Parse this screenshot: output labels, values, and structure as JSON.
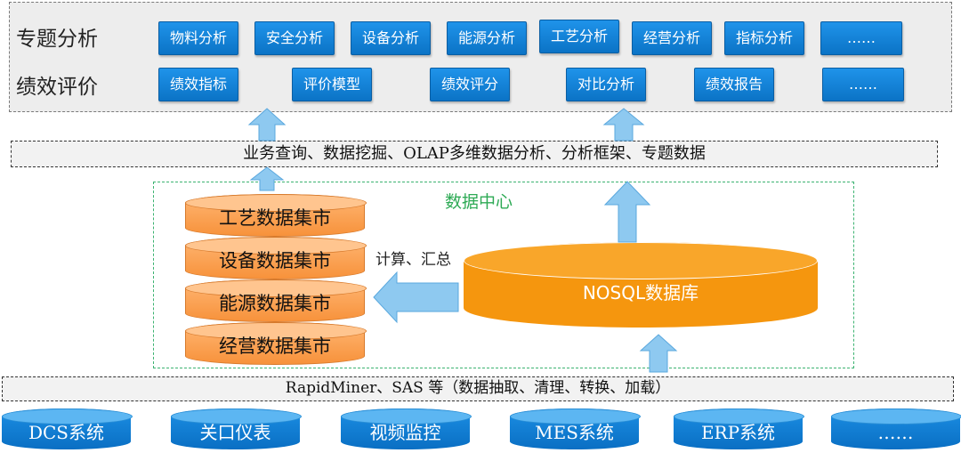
{
  "top": {
    "row1_label": "专题分析",
    "row2_label": "绩效评价",
    "row1_buttons": [
      "物料分析",
      "安全分析",
      "设备分析",
      "能源分析",
      "工艺分析",
      "经营分析",
      "指标分析",
      "……"
    ],
    "row2_buttons": [
      "绩效指标",
      "评价模型",
      "绩效评分",
      "对比分析",
      "绩效报告",
      "……"
    ]
  },
  "analysis_bar": "业务查询、数据挖掘、OLAP多维数据分析、分析框架、专题数据",
  "data_center": {
    "title": "数据中心",
    "calc_label": "计算、汇总",
    "marts": [
      "工艺数据集市",
      "设备数据集市",
      "能源数据集市",
      "经营数据集市"
    ],
    "nosql": "NOSQL数据库"
  },
  "etl_bar": "RapidMiner、SAS 等（数据抽取、清理、转换、加载）",
  "sources": [
    "DCS系统",
    "关口仪表",
    "视频监控",
    "MES系统",
    "ERP系统",
    "……"
  ],
  "colors": {
    "blue": "#1482d6",
    "orange": "#f5960e",
    "arrow": "#8ec9f0",
    "green": "#2eaa55"
  }
}
